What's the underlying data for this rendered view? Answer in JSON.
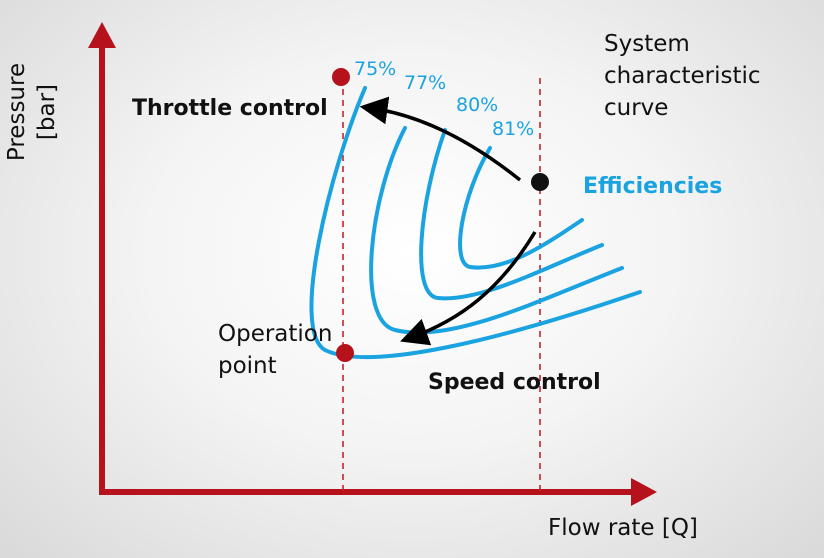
{
  "axes": {
    "y_label_line1": "Pressure",
    "y_label_line2": "[bar]",
    "x_label": "Flow rate [Q]"
  },
  "labels": {
    "system_curve": [
      "System",
      "characteristic",
      "curve"
    ],
    "throttle_control": "Throttle control",
    "speed_control": "Speed control",
    "efficiencies": "Efficiencies",
    "operation_point": [
      "Operation",
      "point"
    ]
  },
  "efficiency_curves": [
    "75%",
    "77%",
    "80%",
    "81%"
  ],
  "colors": {
    "axis": "#b5121b",
    "efficiency": "#1aa3e0",
    "arrow": "#000000",
    "point": "#b5121b"
  }
}
